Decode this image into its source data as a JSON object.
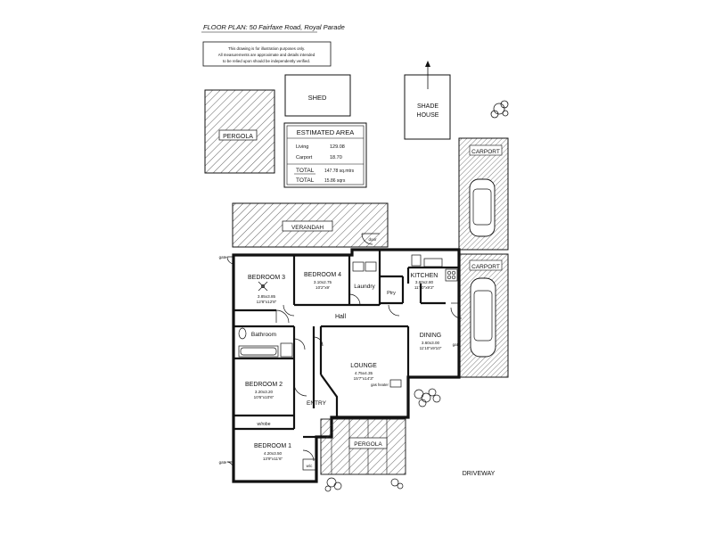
{
  "title": "FLOOR PLAN: 50 Fairfaxe Road, Royal Parade",
  "disclaimer": [
    "This drawing is for illustration purposes only.",
    "All measurements are approximate and details intended",
    "to be relied upon should be independently verified."
  ],
  "estimated_area": {
    "heading": "ESTIMATED AREA",
    "rows": [
      {
        "label": "Living",
        "value": "129.08"
      },
      {
        "label": "Carport",
        "value": "18.70"
      }
    ],
    "totals": [
      {
        "label": "TOTAL",
        "value": "147.78 sq.mtrs"
      },
      {
        "label": "TOTAL",
        "value": "15.86 sqrs"
      }
    ]
  },
  "outbuildings": {
    "shed": "SHED",
    "shade_house_1": "SHADE",
    "shade_house_2": "HOUSE",
    "pergola_top": "PERGOLA",
    "pergola_bottom": "PERGOLA",
    "verandah": "VERANDAH",
    "carport_top": "CARPORT",
    "carport_bottom": "CARPORT",
    "driveway": "DRIVEWAY"
  },
  "rooms": {
    "bedroom3": {
      "name": "BEDROOM 3",
      "metric": "3.85x3.85",
      "imperial": "12'8\"x12'8\""
    },
    "bedroom4": {
      "name": "BEDROOM 4",
      "metric": "3.10x2.75",
      "imperial": "10'2\"x9'"
    },
    "laundry": "Laundry",
    "pantry": "Ptry",
    "kitchen": {
      "name": "KITCHEN",
      "metric": "3.60x2.80",
      "imperial": "11'10\"x9'2\""
    },
    "hall": "Hall",
    "bathroom": "Bathroom",
    "dining": {
      "name": "DINING",
      "metric": "3.60x3.00",
      "imperial": "11'10\"x9'10\""
    },
    "lounge": {
      "name": "LOUNGE",
      "metric": "4.75x4.35",
      "imperial": "15'7\"x14'3\""
    },
    "bedroom2": {
      "name": "BEDROOM 2",
      "metric": "3.20x3.20",
      "imperial": "10'6\"x10'6\""
    },
    "entry": "ENTRY",
    "bedroom1": {
      "name": "BEDROOM 1",
      "metric": "4.20x3.50",
      "imperial": "13'9\"x11'6\""
    },
    "wrobe": "w/robe",
    "wic": "w/c",
    "gas_heater": "gas heater",
    "gate_1": "gate",
    "gate_2": "gate",
    "gate_3": "gate",
    "door_label": "door"
  }
}
